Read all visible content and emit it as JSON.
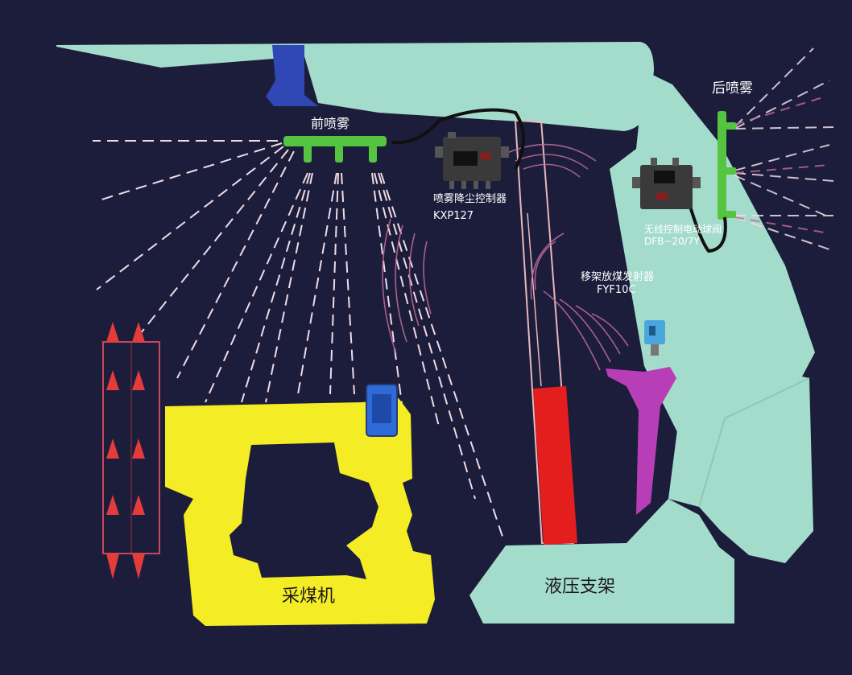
{
  "labels": {
    "front_spray": "前喷雾",
    "rear_spray": "后喷雾",
    "controller_name": "喷雾降尘控制器",
    "controller_model": "KXP127",
    "valve_name": "无线控制电动球阀",
    "valve_model": "DFB−20/7Y",
    "transmitter_name": "移架放煤发射器",
    "transmitter_model": "FYF10C",
    "shearer": "采煤机",
    "hydraulic_support": "液压支架"
  },
  "colors": {
    "background": "#1c1d3b",
    "support_body": "#a4dccc",
    "spray_bar": "#55c441",
    "shearer": "#f4ec25",
    "cylinder": "#e41d1d",
    "cylinder_rod": "#e8b8b8",
    "lever": "#b83eb8",
    "spray_lines": "#f0dbe4",
    "signal_arcs": "#c16b99",
    "arrows": "#e43b3b",
    "blue_part": "#2f48b5"
  }
}
